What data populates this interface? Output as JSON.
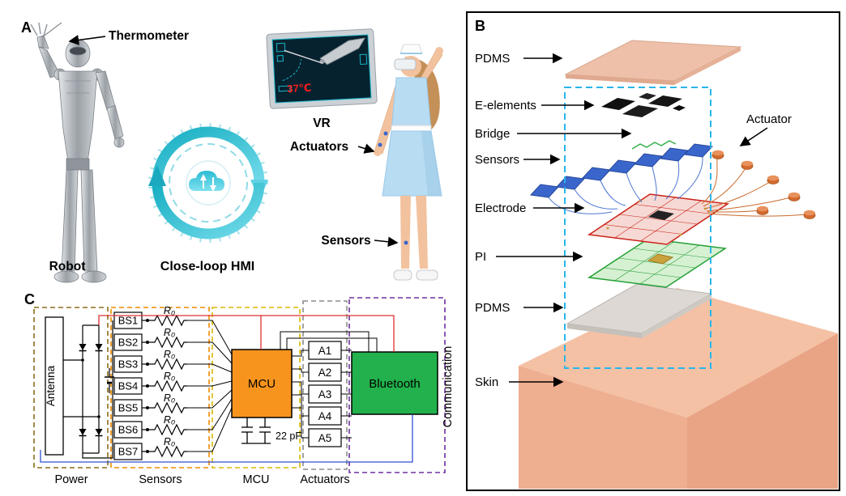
{
  "figure": {
    "panel_a": {
      "label": "A",
      "thermometer_label": "Thermometer",
      "vr_label": "VR",
      "actuators_label": "Actuators",
      "sensors_label": "Sensors",
      "robot_label": "Robot",
      "close_loop_label": "Close-loop HMI",
      "screen_temperature": "37℃"
    },
    "panel_b": {
      "label": "B",
      "pdms_top_label": "PDMS",
      "e_elements_label": "E-elements",
      "bridge_label": "Bridge",
      "sensors_label": "Sensors",
      "electrode_label": "Electrode",
      "actuator_label": "Actuator",
      "pi_label": "PI",
      "pdms_bottom_label": "PDMS",
      "skin_label": "Skin"
    },
    "panel_c": {
      "label": "C",
      "antenna_label": "Antenna",
      "bs_labels": [
        "BS1",
        "BS2",
        "BS3",
        "BS4",
        "BS5",
        "BS6",
        "BS7"
      ],
      "resistor_label": "R₀",
      "mcu_label": "MCU",
      "capacitor_label": "22 pF",
      "actuator_labels": [
        "A1",
        "A2",
        "A3",
        "A4",
        "A5"
      ],
      "bluetooth_label": "Bluetooth",
      "group_labels": {
        "power": "Power",
        "sensors": "Sensors",
        "mcu": "MCU",
        "actuators": "Actuators",
        "communication": "Communication"
      }
    },
    "colors": {
      "mcu_fill": "#F7941D",
      "bluetooth_fill": "#22B14C",
      "exploded_outline": "#29B5E8",
      "power_box": "#8A6D1A",
      "sensors_box": "#F08C00",
      "mcu_box": "#D9B800",
      "actuators_box": "#8C8C8C",
      "communication_box": "#7030A0",
      "sensor_chip": "#3A66CC",
      "electrode_red": "#CC2218",
      "pi_green": "#22A036",
      "actuator_dot": "#D26A2E",
      "pdms_pink": "#EFC0A9",
      "skin_tone": "#F4C1A5",
      "screen_temp_red": "#FF1A1A",
      "hmi_teal": "#1FB6C9"
    }
  }
}
